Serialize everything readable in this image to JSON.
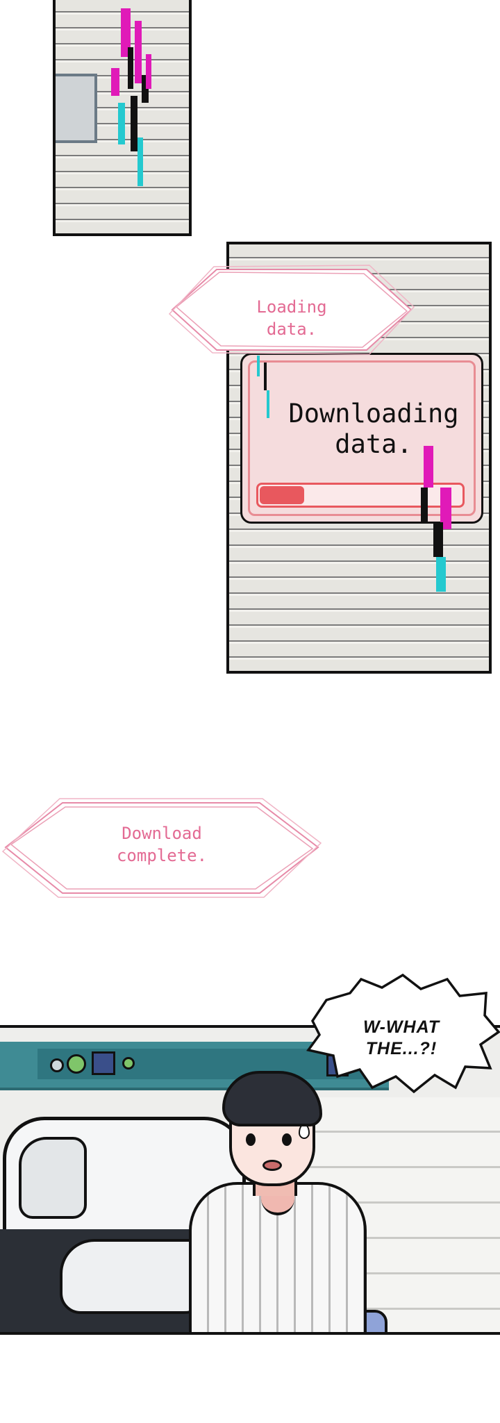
{
  "captions": {
    "loading": "Loading\ndata.",
    "complete": "Download\ncomplete."
  },
  "popup": {
    "message": "Downloading\ndata.",
    "progress": 0.22
  },
  "speech": {
    "text": "W-WHAT\nTHE...?!"
  },
  "colors": {
    "caption_pink": "#e36a93",
    "glitch_magenta": "#e01ab8",
    "glitch_cyan": "#24c9cf",
    "popup_fill": "#f8d7d9",
    "progress_fill": "#e8585e",
    "wall_teal": "#3f8b94"
  }
}
